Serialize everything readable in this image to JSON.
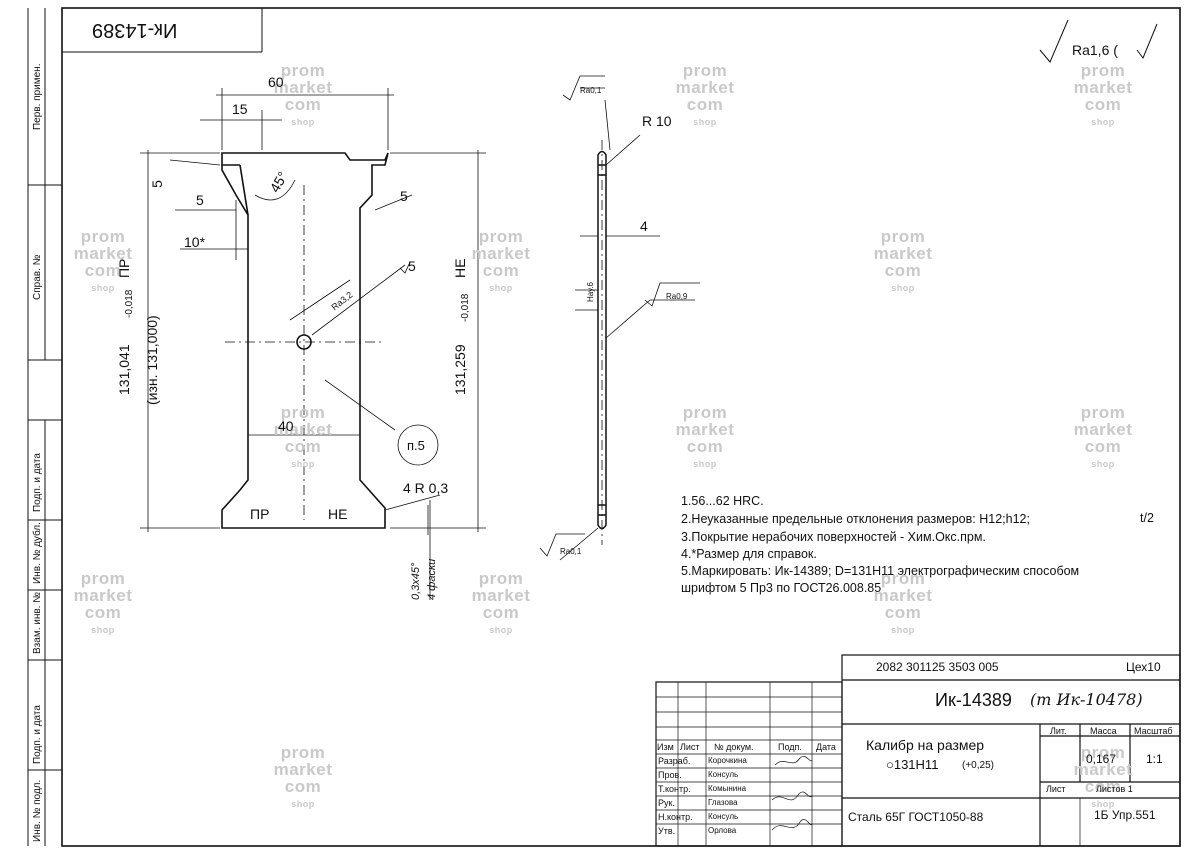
{
  "stamp": "Ик-14389",
  "roughness": "Ra1,6 (",
  "watermark": {
    "l1": "prom",
    "l2": "market",
    "l3": "com",
    "l4": "shop"
  },
  "dims": {
    "w60": "60",
    "w15": "15",
    "h5": "5",
    "w5a": "5",
    "w10": "10*",
    "a45": "45°",
    "w5b": "5",
    "d5": "5",
    "ra32": "Ra3,2",
    "w40": "40",
    "pr": "ПР",
    "ne": "НЕ",
    "p5": "п.5",
    "r03": "4 R 0,3",
    "chamfer": "0,3х45°",
    "chamfer2": "4 фаски",
    "left_main": "131,041",
    "left_tol": "-0,018",
    "left_pr": "ПР",
    "left_wear": "(изн. 131,000)",
    "right_main": "131,259",
    "right_tol": "-0,018",
    "right_ne": "НЕ",
    "r10": "R 10",
    "t4": "4",
    "ra01a": "Ra0,1",
    "ra09": "Ra0,9",
    "ra01b": "Ra0,1",
    "nau": "Нау.6"
  },
  "notes": [
    "1.56...62 HRC.",
    "2.Неуказанные предельные отклонения размеров: Н12;h12;",
    "3.Покрытие нерабочих поверхностей - Хим.Окс.прм.",
    "4.*Размер для справок.",
    "5.Маркировать: Ик-14389; D=131H11  электрографическим способом",
    "шрифтом 5 Пр3 по ГОСТ26.008.85"
  ],
  "note_t2": "t/2",
  "title_block": {
    "code": "2082 301125 3503 005",
    "shop": "Цех10",
    "designation": "Ик-14389",
    "designation_hand": "(т Ик-10478)",
    "name1": "Калибр на размер",
    "name2": "○131H11",
    "name2b": "(+0,25)",
    "lit": "Лит.",
    "mass_h": "Масса",
    "scale_h": "Масштаб",
    "mass": "0,167",
    "scale": "1:1",
    "sheet": "Лист",
    "sheets": "Листов  1",
    "material": "Сталь 65Г  ГОСТ1050-88",
    "org": "1Б  Упр.551",
    "hdr": [
      "Изм",
      "Лист",
      "№ докум.",
      "Подп.",
      "Дата"
    ],
    "roles": [
      "Разраб.",
      "Пров.",
      "Т.контр.",
      "Рук.",
      "Н.контр.",
      "Утв."
    ],
    "people": [
      "Корочкина",
      "Консуль",
      "Комынина",
      "Глазова",
      "Консуль",
      "Орлова"
    ]
  },
  "side_labels": [
    "Перв. примен.",
    "Справ. №",
    "Подп. и дата",
    "Инв. № дубл.",
    "Взам. инв. №",
    "Подп. и дата",
    "Инв. № подл."
  ]
}
